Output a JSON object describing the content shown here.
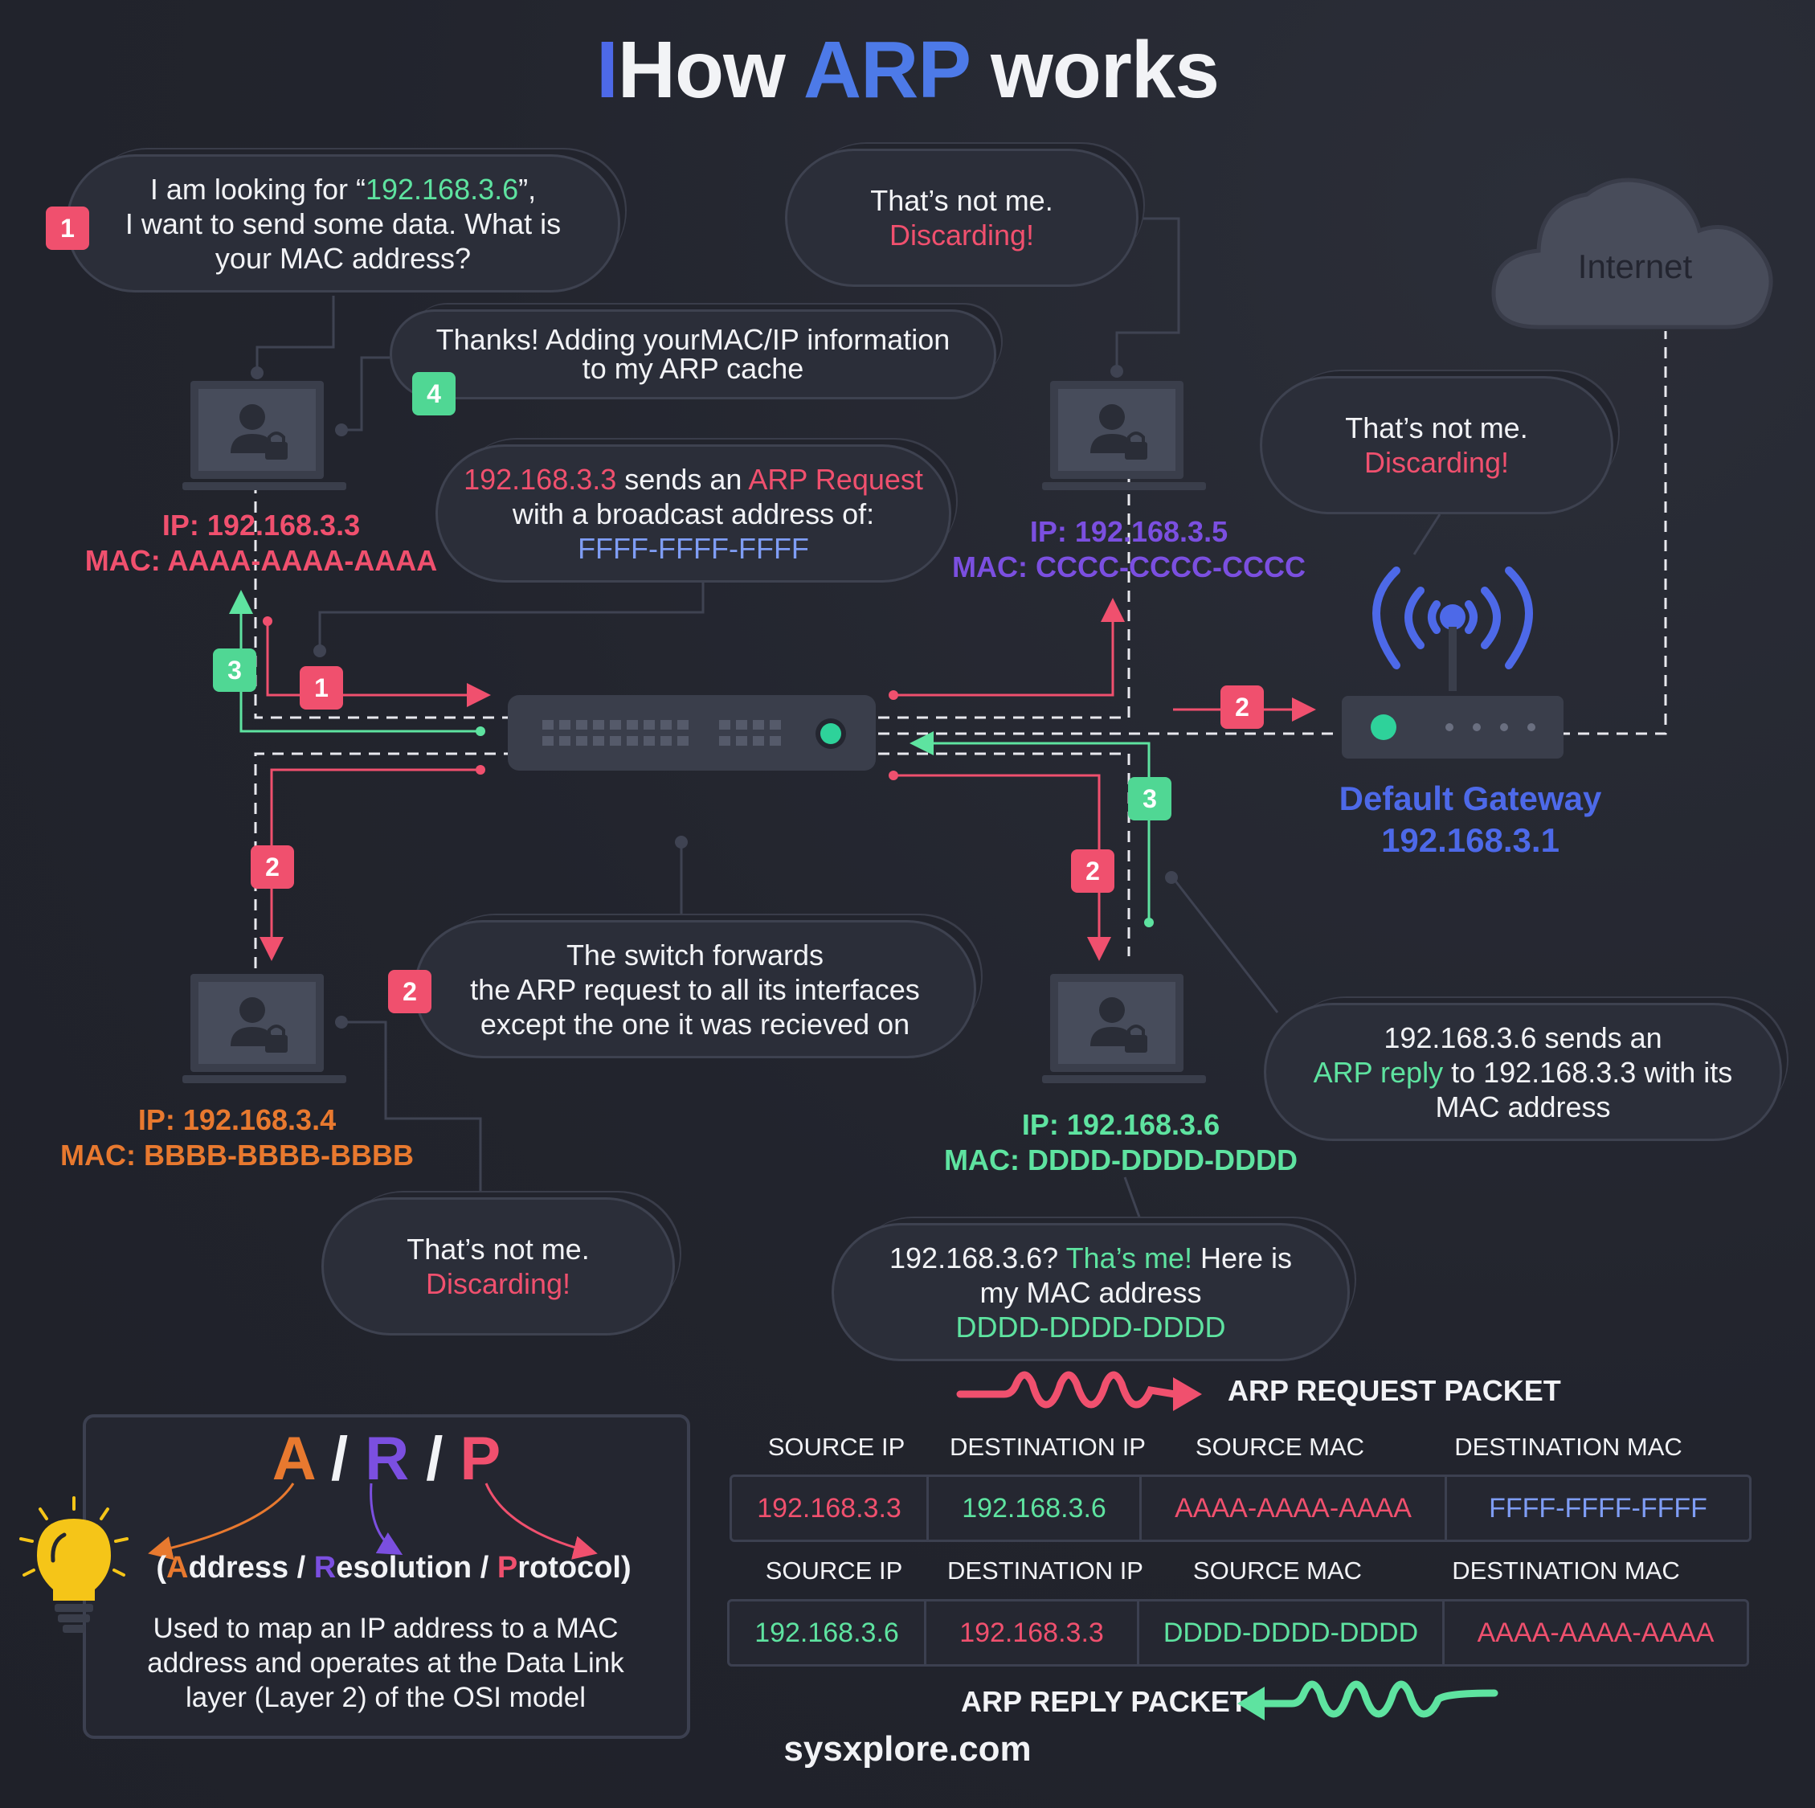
{
  "title": {
    "bar": "I",
    "prefix": "How ",
    "highlight": "ARP",
    "suffix": " works"
  },
  "bubbles": {
    "request_text": {
      "l1a": "I am looking for “",
      "l1ip": "192.168.3.6",
      "l1b": "”,",
      "l2": "I want to send some data. What is",
      "l3": "your MAC address?"
    },
    "thanks": {
      "l1": "Thanks! Adding yourMAC/IP information",
      "l2": "to my ARP cache"
    },
    "broadcast": {
      "ip": "192.168.3.3",
      "mid": " sends an ",
      "arp": "ARP Request",
      "l2": "with a broadcast address of:",
      "l3": "FFFF-FFFF-FFFF"
    },
    "not_me_top": {
      "l1": "That’s not me.",
      "l2": "Discarding!"
    },
    "not_me_gateway": {
      "l1": "That’s not me.",
      "l2": "Discarding!"
    },
    "switch_forward": {
      "l1": "The switch forwards",
      "l2": "the ARP request to all its interfaces",
      "l3": "except the one it was recieved on"
    },
    "not_me_bottom": {
      "l1": "That’s not me.",
      "l2": "Discarding!"
    },
    "reply_note": {
      "l1": "192.168.3.6 sends an",
      "l2a": "ARP reply",
      "l2b": " to 192.168.3.3 with its",
      "l3": "MAC address"
    },
    "thats_me": {
      "l1a": "192.168.3.6? ",
      "l1b": "Tha’s me!",
      "l1c": " Here is",
      "l2": "my MAC address",
      "l3": "DDDD-DDDD-DDDD"
    }
  },
  "badges": {
    "one": "1",
    "two": "2",
    "three": "3",
    "four": "4"
  },
  "hosts": {
    "h1": {
      "ip": "IP: 192.168.3.3",
      "mac": "MAC: AAAA-AAAA-AAAA",
      "color": "#f0506e"
    },
    "h2": {
      "ip": "IP: 192.168.3.5",
      "mac": "MAC: CCCC-CCCC-CCCC",
      "color": "#7b4fe0"
    },
    "h3": {
      "ip": "IP: 192.168.3.4",
      "mac": "MAC: BBBB-BBBB-BBBB",
      "color": "#e8792f"
    },
    "h4": {
      "ip": "IP: 192.168.3.6",
      "mac": "MAC: DDDD-DDDD-DDDD",
      "color": "#5ee3a0"
    }
  },
  "gateway": {
    "name": "Default Gateway",
    "ip": "192.168.3.1"
  },
  "cloud": {
    "label": "Internet"
  },
  "request_packet": {
    "label": "ARP REQUEST PACKET",
    "headers": [
      "SOURCE IP",
      "DESTINATION IP",
      "SOURCE MAC",
      "DESTINATION MAC"
    ],
    "values": [
      "192.168.3.3",
      "192.168.3.6",
      "AAAA-AAAA-AAAA",
      "FFFF-FFFF-FFFF"
    ],
    "colors": [
      "#f0506e",
      "#5ee3a0",
      "#f0506e",
      "#7f9df5"
    ]
  },
  "reply_packet": {
    "label": "ARP REPLY PACKET",
    "headers": [
      "SOURCE IP",
      "DESTINATION IP",
      "SOURCE MAC",
      "DESTINATION MAC"
    ],
    "values": [
      "192.168.3.6",
      "192.168.3.3",
      "DDDD-DDDD-DDDD",
      "AAAA-AAAA-AAAA"
    ],
    "colors": [
      "#5ee3a0",
      "#f0506e",
      "#5ee3a0",
      "#f0506e"
    ]
  },
  "arp": {
    "a": "A",
    "r": "R",
    "p": "P",
    "slash": "/",
    "open": "(",
    "a_word": "Address",
    "sep": " / ",
    "r_word": "Resolution",
    "p_word": "Protocol)",
    "a_first": "A",
    "a_rest": "ddress",
    "r_first": "R",
    "r_rest": "esolution",
    "p_first": "P",
    "p_rest": "rotocol)",
    "desc_l1": "Used to map an IP address to a MAC",
    "desc_l2": "address and operates at the Data Link",
    "desc_l3": "layer (Layer 2) of the OSI model",
    "colors": {
      "a": "#e8792f",
      "r": "#7b4fe0",
      "p": "#f0506e"
    }
  },
  "site": "sysxplore.com"
}
